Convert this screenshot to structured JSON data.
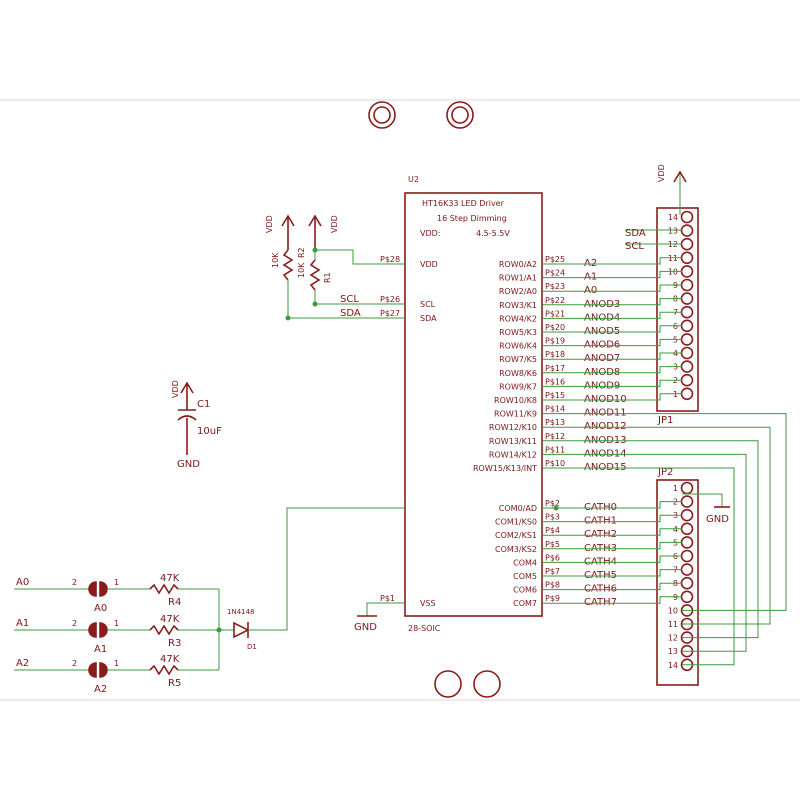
{
  "u2": {
    "ref": "U2",
    "title": "HT16K33 LED Driver",
    "subtitle": "16 Step Dimming",
    "vdd_label": "VDD:",
    "vdd_range": "4.5-5.5V",
    "package": "28-SOIC",
    "left_pins": [
      {
        "pad": "P$28",
        "name": "VDD"
      },
      {
        "pad": "P$26",
        "name": "SCL"
      },
      {
        "pad": "P$27",
        "name": "SDA"
      },
      {
        "pad": "P$1",
        "name": "VSS"
      }
    ],
    "right_pins": [
      {
        "pad": "P$25",
        "name": "ROW0/A2",
        "net": "A2"
      },
      {
        "pad": "P$24",
        "name": "ROW1/A1",
        "net": "A1"
      },
      {
        "pad": "P$23",
        "name": "ROW2/A0",
        "net": "A0"
      },
      {
        "pad": "P$22",
        "name": "ROW3/K1",
        "net": "ANOD3"
      },
      {
        "pad": "P$21",
        "name": "ROW4/K2",
        "net": "ANOD4"
      },
      {
        "pad": "P$20",
        "name": "ROW5/K3",
        "net": "ANOD5"
      },
      {
        "pad": "P$19",
        "name": "ROW6/K4",
        "net": "ANOD6"
      },
      {
        "pad": "P$18",
        "name": "ROW7/K5",
        "net": "ANOD7"
      },
      {
        "pad": "P$17",
        "name": "ROW8/K6",
        "net": "ANOD8"
      },
      {
        "pad": "P$16",
        "name": "ROW9/K7",
        "net": "ANOD9"
      },
      {
        "pad": "P$15",
        "name": "ROW10/K8",
        "net": "ANOD10"
      },
      {
        "pad": "P$14",
        "name": "ROW11/K9",
        "net": "ANOD11"
      },
      {
        "pad": "P$13",
        "name": "ROW12/K10",
        "net": "ANOD12"
      },
      {
        "pad": "P$12",
        "name": "ROW13/K11",
        "net": "ANOD13"
      },
      {
        "pad": "P$11",
        "name": "ROW14/K12",
        "net": "ANOD14"
      },
      {
        "pad": "P$10",
        "name": "ROW15/K13/INT",
        "net": "ANOD15"
      },
      {
        "pad": "P$2",
        "name": "COM0/AD",
        "net": "CATH0"
      },
      {
        "pad": "P$3",
        "name": "COM1/KS0",
        "net": "CATH1"
      },
      {
        "pad": "P$4",
        "name": "COM2/KS1",
        "net": "CATH2"
      },
      {
        "pad": "P$5",
        "name": "COM3/KS2",
        "net": "CATH3"
      },
      {
        "pad": "P$6",
        "name": "COM4",
        "net": "CATH4"
      },
      {
        "pad": "P$7",
        "name": "COM5",
        "net": "CATH5"
      },
      {
        "pad": "P$8",
        "name": "COM6",
        "net": "CATH6"
      },
      {
        "pad": "P$9",
        "name": "COM7",
        "net": "CATH7"
      }
    ]
  },
  "jp1": {
    "ref": "JP1",
    "pins": [
      "14",
      "13",
      "12",
      "11",
      "10",
      "9",
      "8",
      "7",
      "6",
      "5",
      "4",
      "3",
      "2",
      "1"
    ],
    "net_sda": "SDA",
    "net_scl": "SCL",
    "vdd": "VDD"
  },
  "jp2": {
    "ref": "JP2",
    "pins": [
      "1",
      "2",
      "3",
      "4",
      "5",
      "6",
      "7",
      "8",
      "9",
      "10",
      "11",
      "12",
      "13",
      "14"
    ],
    "gnd": "GND"
  },
  "passives": {
    "r_pullup_value": "10K",
    "r_pullup2_value": "10K",
    "r_pullup2_ref": "R2",
    "r1_ref": "R1",
    "vdd": "VDD",
    "c1_ref": "C1",
    "c1_value": "10uF",
    "gnd": "GND",
    "scl_net": "SCL",
    "sda_net": "SDA"
  },
  "addr": {
    "nets": [
      "A0",
      "A1",
      "A2"
    ],
    "jumpers": [
      "A0",
      "A1",
      "A2"
    ],
    "pin2": "2",
    "pin1": "1",
    "res_values": [
      "47K",
      "47K",
      "47K"
    ],
    "res_refs": [
      "R4",
      "R3",
      "R5"
    ],
    "diode_part": "1N4148",
    "diode_ref": "D1",
    "vss_gnd": "GND"
  },
  "colors": {
    "symbol": "#8b1c1c",
    "net": "#3c9a3c",
    "label": "#7a1717"
  }
}
